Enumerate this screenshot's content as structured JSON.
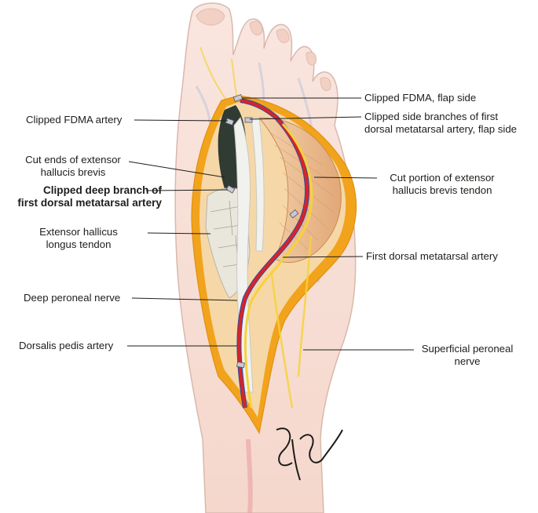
{
  "labels": {
    "clipped_fdma_artery": "Clipped FDMA artery",
    "cut_ends_ehb": "Cut ends of extensor\nhallucis brevis",
    "clipped_deep_branch": "Clipped deep branch of\nfirst dorsal metatarsal artery",
    "ehl_tendon": "Extensor hallicus\nlongus tendon",
    "deep_peroneal_nerve": "Deep peroneal nerve",
    "dorsalis_pedis": "Dorsalis pedis artery",
    "clipped_fdma_flap": "Clipped FDMA, flap side",
    "clipped_side_branches": "Clipped side branches of first\ndorsal metatarsal artery, flap side",
    "cut_portion_ehb": "Cut portion of extensor\nhallucis brevis tendon",
    "first_dma": "First dorsal metatarsal artery",
    "superficial_peroneal": "Superficial peroneal\nnerve"
  },
  "colors": {
    "skin": "#f7dcd3",
    "skin_outline": "#d9b8ad",
    "flap_rim": "#f2a31c",
    "artery": "#d8232a",
    "vein": "#2b4ea2",
    "nerve": "#f6d23a",
    "muscle": "#e8b98a",
    "tendon": "#f1f1ee",
    "cavity": "#2f3b33",
    "leader": "#1d1d1b"
  }
}
